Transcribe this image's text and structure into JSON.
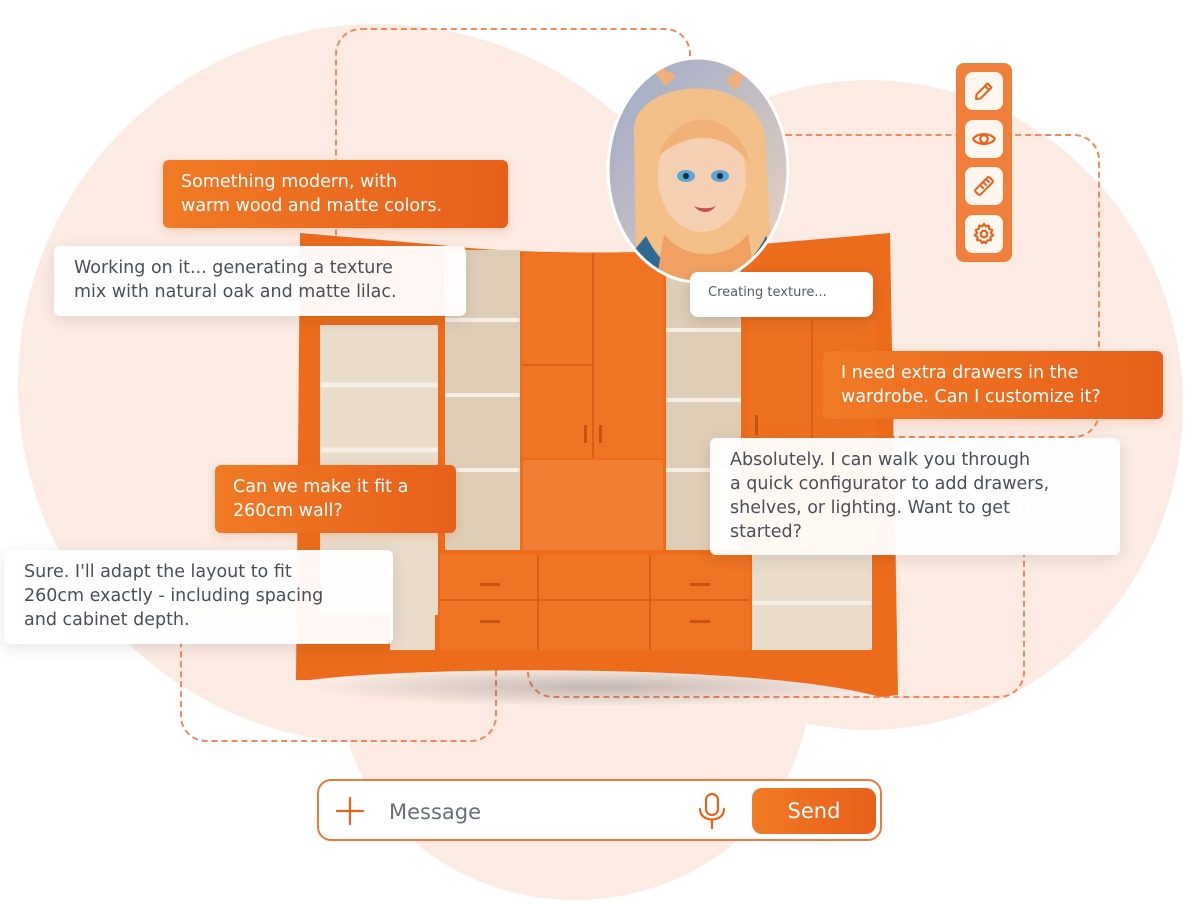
{
  "chat": {
    "user_1": {
      "line1": "Something modern, with",
      "line2": "warm wood and matte colors."
    },
    "bot_1": {
      "line1": "Working on it... generating a texture",
      "line2": "mix with natural oak and matte lilac."
    },
    "status": "Creating texture...",
    "user_2": {
      "line1": "I need extra drawers in the",
      "line2": "wardrobe. Can I customize it?"
    },
    "user_3": {
      "line1": "Can we make it fit a",
      "line2": "260cm wall?"
    },
    "bot_2": {
      "line1": "Absolutely. I can walk you through",
      "line2": "a quick configurator to add drawers,",
      "line3": "shelves, or lighting. Want to get",
      "line4": "started?"
    },
    "bot_3": {
      "line1": "Sure. I'll adapt the layout to fit",
      "line2": "260cm exactly - including spacing",
      "line3": "and cabinet depth."
    }
  },
  "toolbar": {
    "tools": [
      {
        "icon": "pencil-icon"
      },
      {
        "icon": "eye-icon"
      },
      {
        "icon": "ruler-icon"
      },
      {
        "icon": "gear-icon"
      }
    ]
  },
  "message_bar": {
    "placeholder": "Message",
    "send_label": "Send",
    "add_icon": "plus-icon",
    "mic_icon": "microphone-icon"
  },
  "colors": {
    "accent": "#f07a25",
    "accent_dark": "#e7601a",
    "blob": "#fbebe3",
    "wood": "#e9dccb",
    "text": "#4a4f57"
  }
}
